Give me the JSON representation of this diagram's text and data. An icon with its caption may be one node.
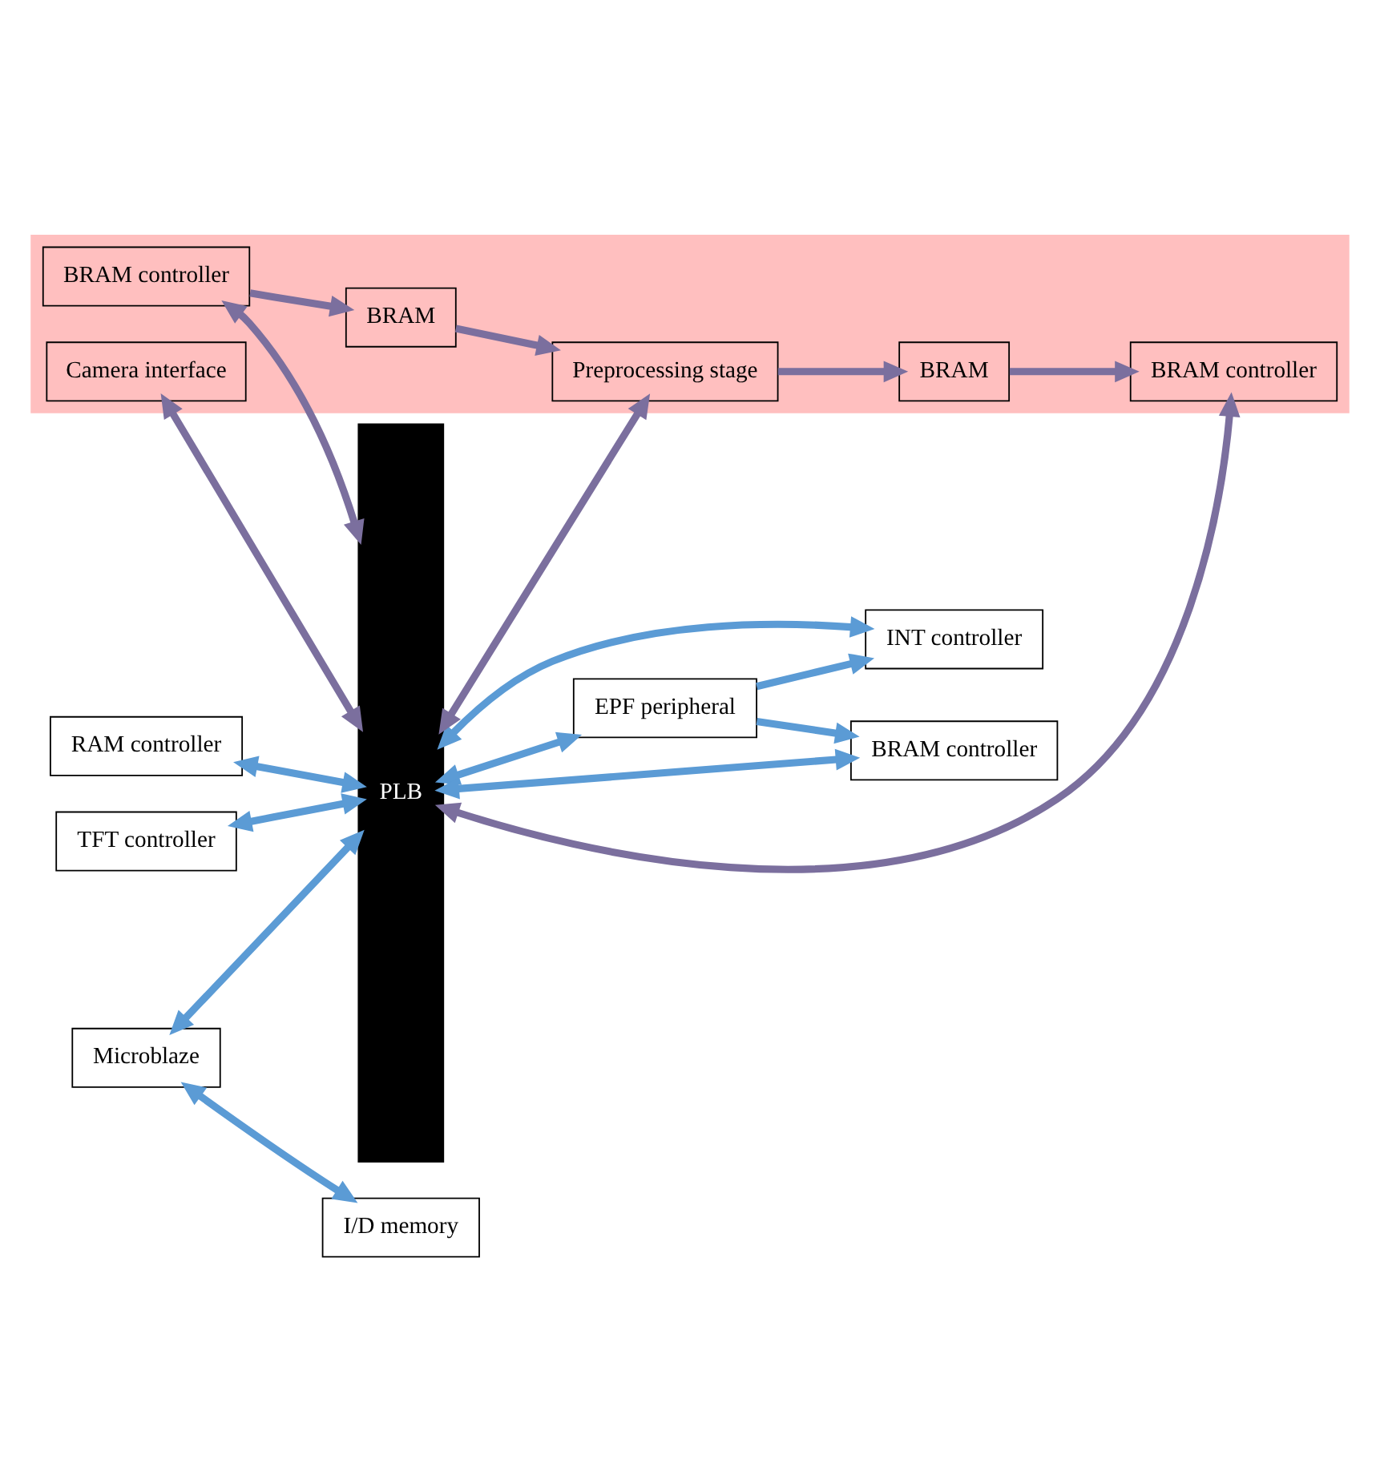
{
  "diagram": {
    "nodes": [
      {
        "text": [
          "PLB"
        ]
      },
      {
        "text": [
          "Microblaze"
        ]
      },
      {
        "text": [
          "EPF peripheral"
        ]
      },
      {
        "text": [
          "INT controller"
        ]
      },
      {
        "text": [
          "BRAM controller"
        ]
      },
      {
        "text": [
          "I/D memory"
        ]
      },
      {
        "text": [
          "RAM controller"
        ]
      },
      {
        "text": [
          "TFT controller"
        ]
      },
      {
        "text": [],
        "shape": "box"
      },
      {
        "text": [
          "Preprocessing stage"
        ],
        "in": 8
      },
      {
        "text": [
          "Camera interface"
        ],
        "in": 8
      },
      {
        "text": [
          "BRAM controller"
        ],
        "in": 8
      },
      {
        "text": [
          "BRAM"
        ],
        "in": 8
      },
      {
        "text": [
          "BRAM controller"
        ],
        "in": 8
      },
      {
        "text": [
          "BRAM"
        ],
        "in": 8
      }
    ],
    "edges": [
      {
        "from": 1,
        "to": 0,
        "arrow": "both"
      },
      {
        "from": 0,
        "to": 2,
        "arrow": "both"
      },
      {
        "from": 0,
        "to": 3,
        "arrow": "both"
      },
      {
        "from": 2,
        "to": 3,
        "arrow": "to"
      },
      {
        "from": 1,
        "to": 5,
        "arrow": "both"
      },
      {
        "from": 0,
        "to": 4,
        "arrow": "both"
      },
      {
        "from": 2,
        "to": 4,
        "arrow": "to"
      },
      {
        "from": 6,
        "to": 0,
        "arrow": "both"
      },
      {
        "from": 7,
        "to": 0,
        "arrow": "both"
      },
      {
        "from": 0,
        "to": 9,
        "arrow": "both",
        "color": "#7b6f9e"
      },
      {
        "from": 10,
        "to": 0,
        "arrow": "both",
        "color": "#7b6f9e"
      },
      {
        "from": 0,
        "to": 11,
        "arrow": "both",
        "color": "#7b6f9e"
      },
      {
        "from": 11,
        "to": 12,
        "arrow": "to",
        "color": "#7b6f9e"
      },
      {
        "from": 12,
        "to": 9,
        "arrow": "to",
        "color": "#7b6f9e"
      },
      {
        "from": 9,
        "to": 14,
        "arrow": "to",
        "color": "#7b6f9e"
      },
      {
        "from": 14,
        "to": 13,
        "arrow": "to",
        "color": "#7b6f9e"
      },
      {
        "from": 0,
        "to": 13,
        "arrow": "both",
        "color": "#7b6f9e"
      }
    ]
  }
}
